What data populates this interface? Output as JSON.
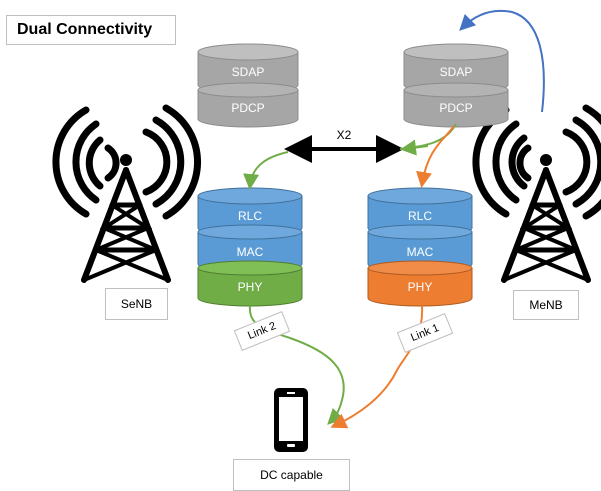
{
  "title": "Dual Connectivity",
  "nodes": {
    "senb": "SeNB",
    "menb": "MeNB",
    "ue": "DC capable"
  },
  "interface": "X2",
  "links": {
    "link1": "Link 1",
    "link2": "Link 2"
  },
  "stacks": {
    "senb_upper": [
      "SDAP",
      "PDCP"
    ],
    "menb_upper": [
      "SDAP",
      "PDCP"
    ],
    "senb_lower": [
      "RLC",
      "MAC",
      "PHY"
    ],
    "menb_lower": [
      "RLC",
      "MAC",
      "PHY"
    ]
  },
  "colors": {
    "gray_layer": "#a6a6a6",
    "blue_layer": "#5b9bd5",
    "green_phy": "#70ad47",
    "orange_phy": "#ed7d31",
    "arrow_blue": "#4472c4",
    "arrow_green": "#70ad47",
    "arrow_orange": "#ed7d31"
  }
}
